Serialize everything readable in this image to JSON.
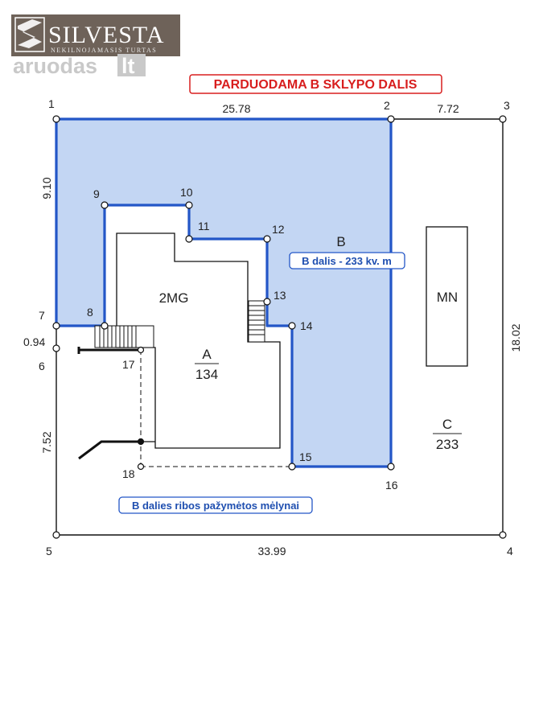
{
  "branding": {
    "logo_name": "SILVESTA",
    "logo_tagline": "NEKILNOJAMASIS TURTAS",
    "watermark_main": "aruodas",
    "watermark_tld": "lt"
  },
  "header": {
    "title": "PARDUODAMA B SKLYPO DALIS"
  },
  "plot": {
    "points": [
      "1",
      "2",
      "3",
      "4",
      "5",
      "6",
      "7",
      "8",
      "9",
      "10",
      "11",
      "12",
      "13",
      "14",
      "15",
      "16",
      "17",
      "18"
    ],
    "dimensions": {
      "top_left": "25.78",
      "top_right": "7.72",
      "right": "18.02",
      "bottom": "33.99",
      "left_top": "9.10",
      "left_mid": "0.94",
      "left_bottom": "7.52"
    },
    "zones": {
      "b_label": "B",
      "b_area_note": "B dalis - 233 kv. m",
      "building_label": "2MG",
      "a_label": "A",
      "a_value": "134",
      "mn_label": "MN",
      "c_label": "C",
      "c_value": "233"
    },
    "legend_note": "B dalies ribos pažymėtos mėlynai",
    "colors": {
      "part_b_fill": "#c3d6f3",
      "part_b_border": "#2356c7",
      "header_red": "#d81e1e",
      "logo_bg": "#6e6259"
    }
  }
}
